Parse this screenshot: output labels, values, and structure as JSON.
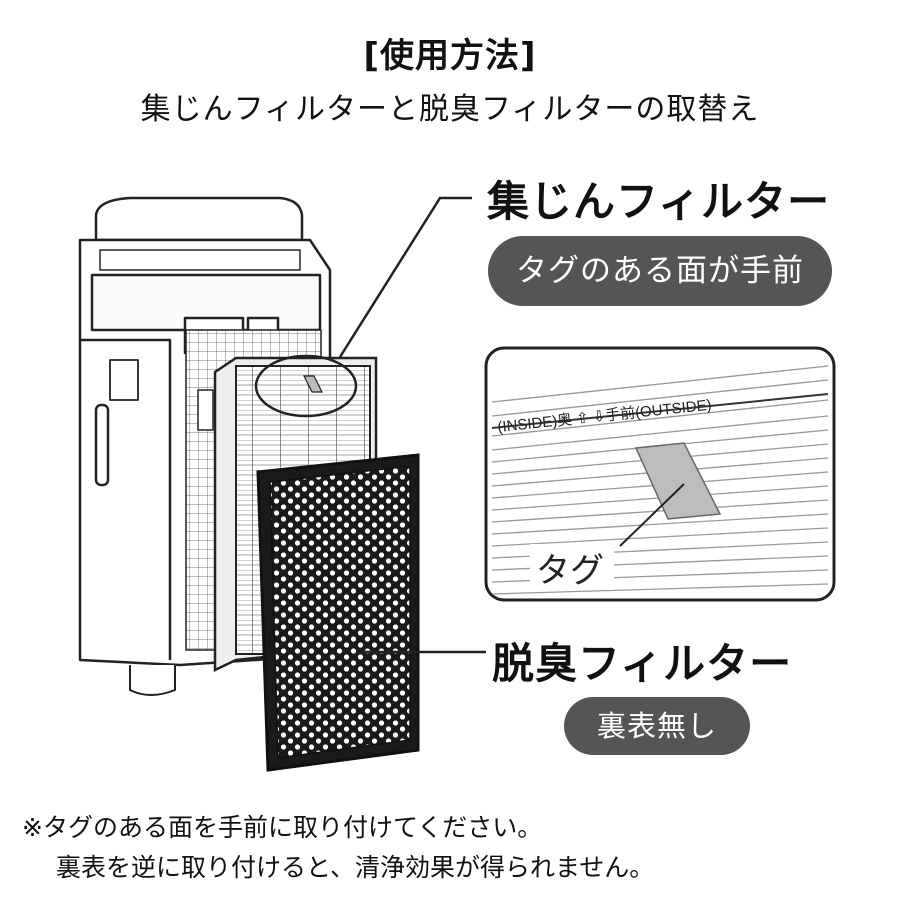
{
  "header": {
    "title": "[使用方法]",
    "subtitle": "集じんフィルターと脱臭フィルターの取替え"
  },
  "dust_filter": {
    "heading": "集じんフィルター",
    "badge": "タグのある面が手前"
  },
  "detail": {
    "orientation_label": "(INSIDE)奥 ⇧ ⇩手前(OUTSIDE)",
    "tag_label": "タグ"
  },
  "deodorizing_filter": {
    "heading": "脱臭フィルター",
    "badge": "裏表無し"
  },
  "notes": {
    "line1": "※タグのある面を手前に取り付けてください。",
    "line2": "裏表を逆に取り付けると、清浄効果が得られません。"
  },
  "colors": {
    "badge_fill": "#555555",
    "tag_gray": "#bdbdbd",
    "line": "#222222"
  }
}
